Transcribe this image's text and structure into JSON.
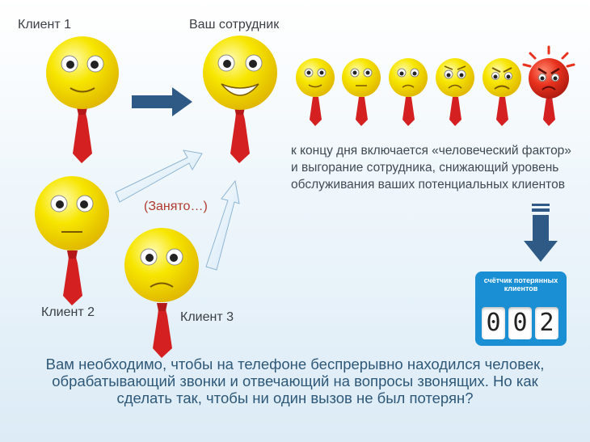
{
  "labels": {
    "client1": "Клиент 1",
    "employee": "Ваш сотрудник",
    "busy": "(Занято…)",
    "client2": "Клиент 2",
    "client3": "Клиент 3"
  },
  "description": "к концу дня включается «человеческий фактор» и выгорание сотрудника, снижающий уровень обслуживания ваших потенциальных клиентов",
  "counter": {
    "title": "счётчик потерянных клиентов",
    "digits": [
      "0",
      "0",
      "2"
    ]
  },
  "bottom_text": "Вам необходимо, чтобы на телефоне беспрерывно находился человек, обрабатывающий звонки и отвечающий на вопросы звонящих. Но как сделать так, чтобы ни один вызов не был потерян?",
  "colors": {
    "face_yellow": "#f7e600",
    "tie_red": "#d42020",
    "angry_red": "#e8321e",
    "arrow_navy": "#2f5a86",
    "arrow_light": "#e4f1fb",
    "counter_blue": "#1a8fd4"
  },
  "icons": [
    "smiley-icon",
    "tie-icon",
    "arrow-right-icon",
    "arrow-up-icon",
    "arrow-down-icon"
  ]
}
